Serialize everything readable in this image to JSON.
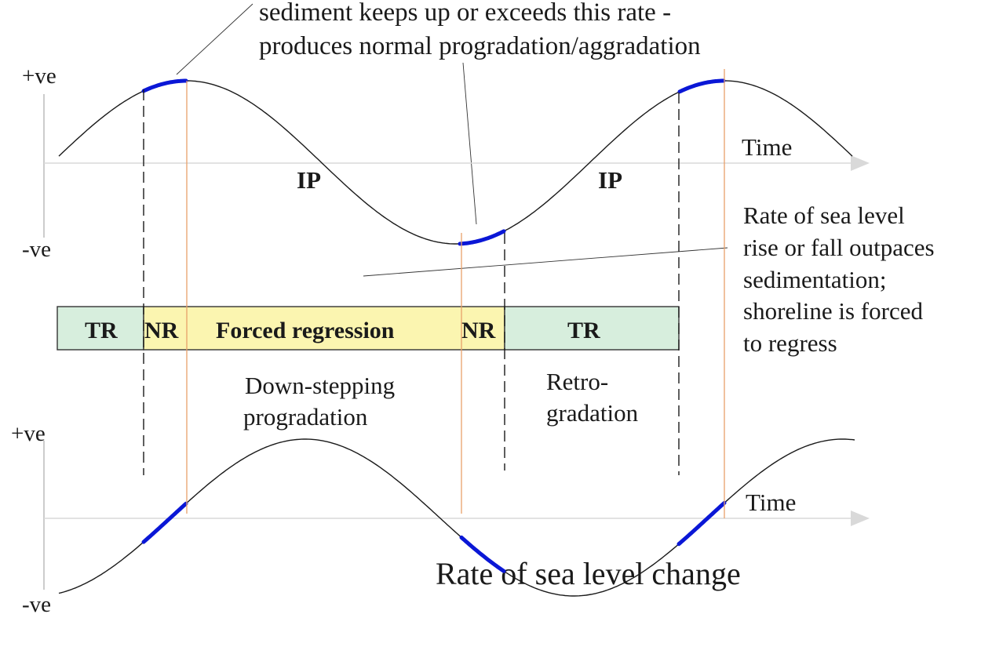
{
  "annotations": {
    "top_line1": "sediment keeps up or exceeds this rate -",
    "top_line2": "produces normal progradation/aggradation",
    "rate_note": [
      "Rate of sea level",
      "rise or fall outpaces",
      "sedimentation;",
      "shoreline is forced",
      "to regress"
    ]
  },
  "top_plot": {
    "plus_label": "+ve",
    "minus_label": "-ve",
    "time_label": "Time",
    "ip_labels": [
      "IP",
      "IP"
    ]
  },
  "bottom_plot": {
    "plus_label": "+ve",
    "minus_label": "-ve",
    "time_label": "Time",
    "title": "Rate of sea level change"
  },
  "bar": {
    "segments": [
      {
        "label": "TR",
        "kind": "transgression",
        "color": "#d7eedd"
      },
      {
        "label": "NR",
        "kind": "normal-regression",
        "color": "#fbf5b0"
      },
      {
        "label": "Forced regression",
        "kind": "forced-regression",
        "color": "#fbf5b0"
      },
      {
        "label": "NR",
        "kind": "normal-regression",
        "color": "#fbf5b0"
      },
      {
        "label": "TR",
        "kind": "transgression",
        "color": "#d7eedd"
      }
    ]
  },
  "stacking": {
    "left_line1": "Down-stepping",
    "left_line2": "progradation",
    "right_line1": "Retro-",
    "right_line2": "gradation"
  },
  "colors": {
    "highlight": "#0a17d6",
    "marker": "#e8a06a",
    "tr_fill": "#d7eedd",
    "regression_fill": "#fbf5b0"
  }
}
